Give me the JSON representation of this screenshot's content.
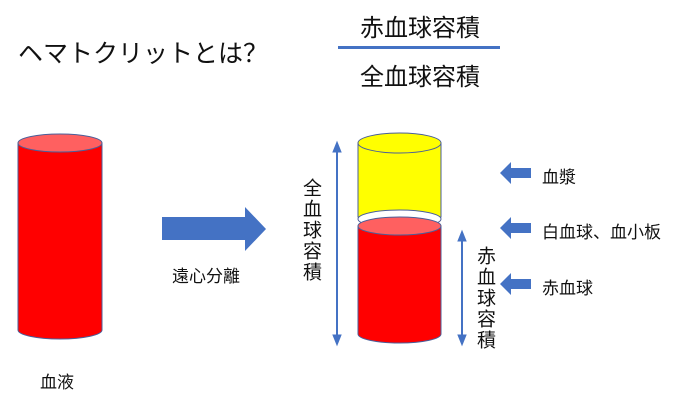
{
  "title": "ヘマトクリットとは？",
  "formula": {
    "numerator": "赤血球容積",
    "denominator": "全血球容積"
  },
  "labels": {
    "blood": "血液",
    "centrifuge": "遠心分離",
    "total_volume": "全血球容積",
    "rbc_volume": "赤血球容積",
    "plasma": "血漿",
    "wbc_platelets": "白血球、血小板",
    "rbc": "赤血球"
  },
  "colors": {
    "red": "#ff0000",
    "red_top": "#ff6060",
    "yellow": "#ffff00",
    "blue": "#4472c4"
  }
}
